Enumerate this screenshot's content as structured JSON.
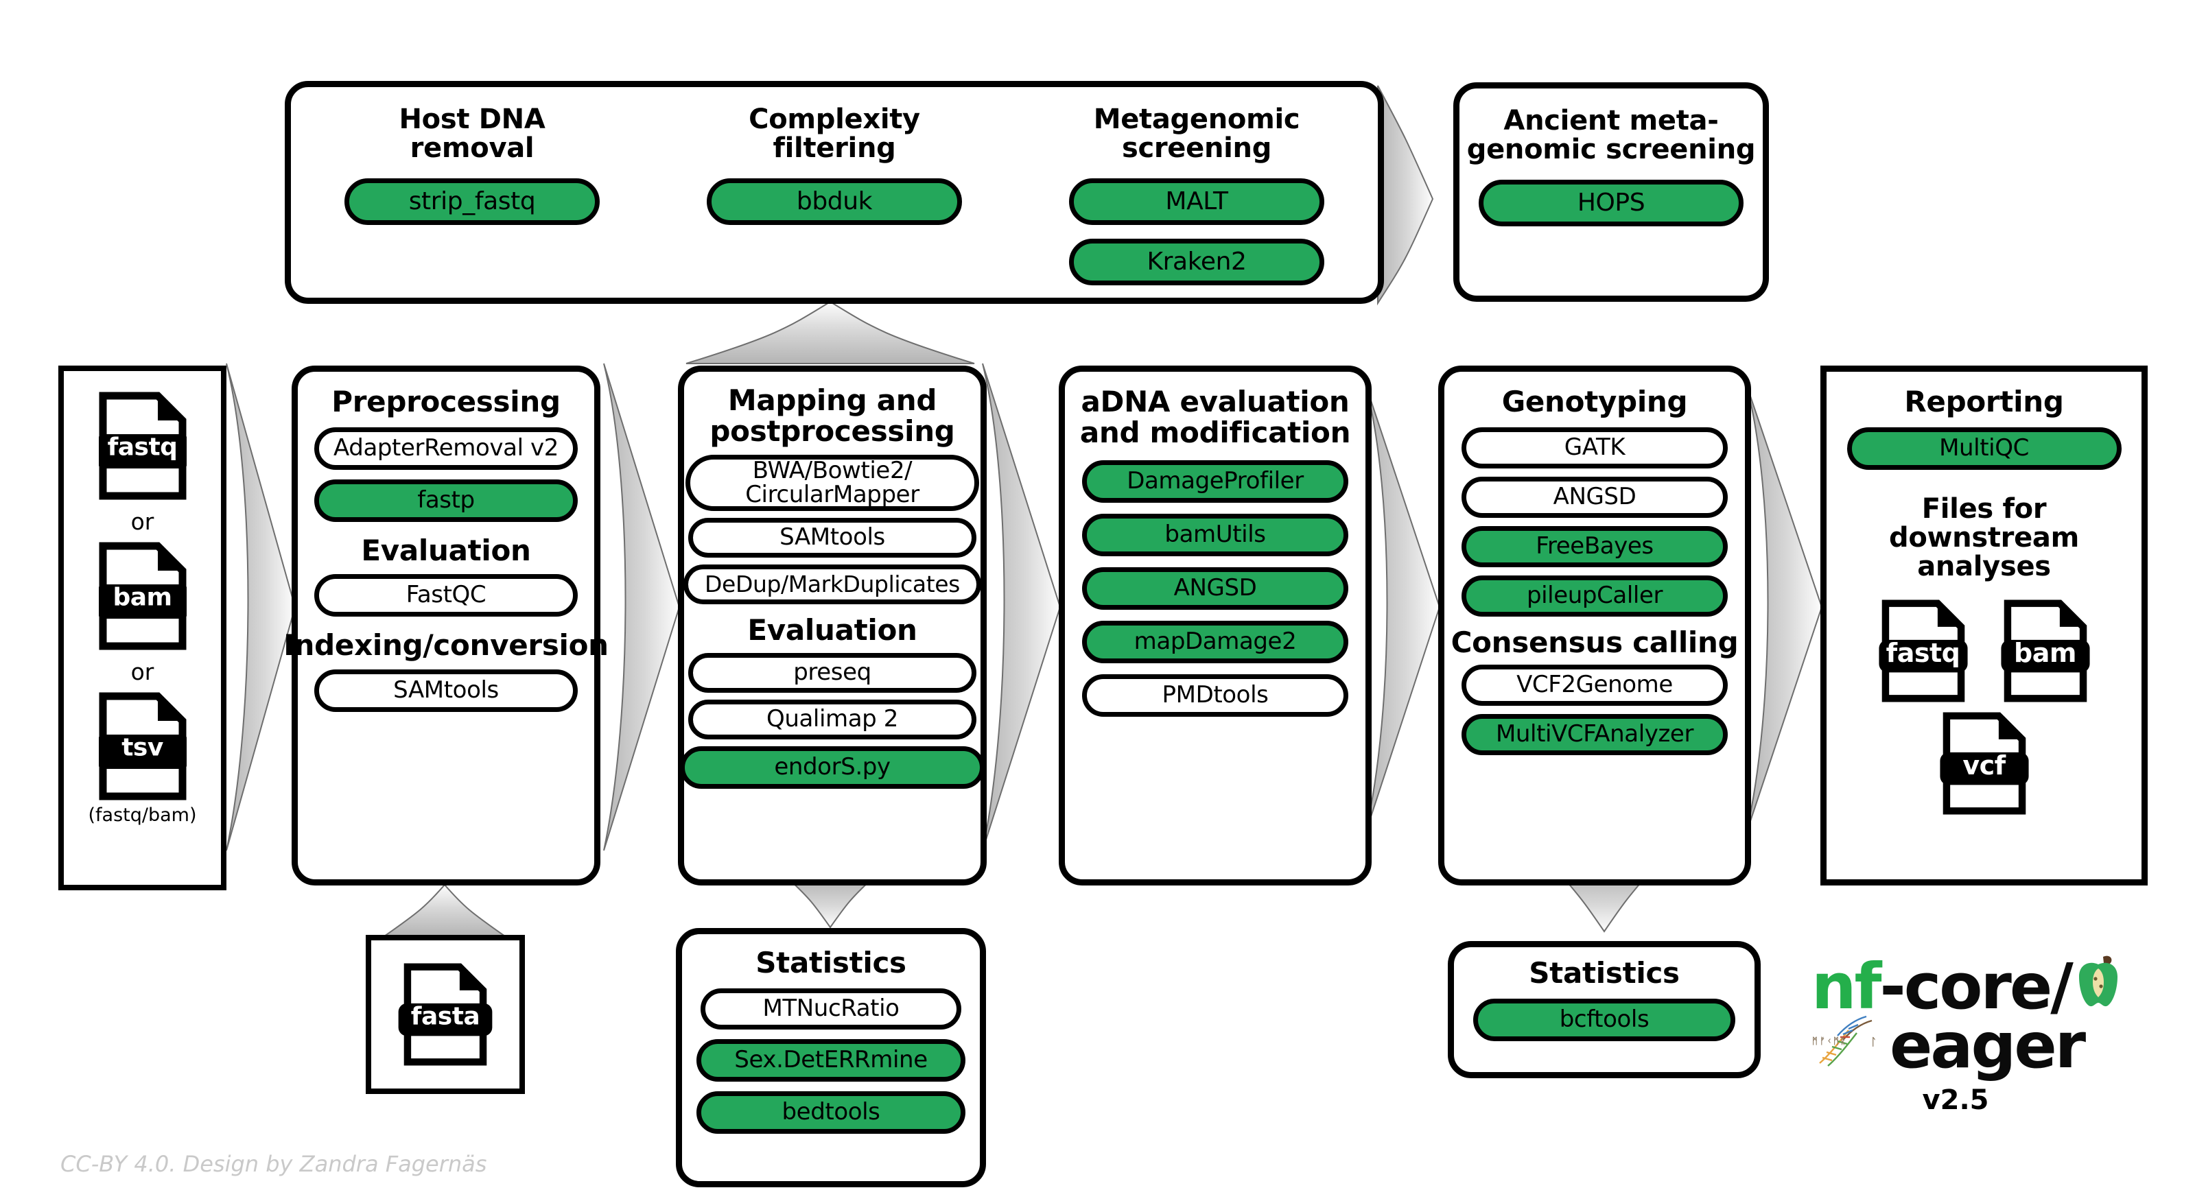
{
  "meta": {
    "credit": "CC-BY 4.0. Design by Zandra Fagernäs"
  },
  "logo": {
    "nf": "nf",
    "core": "-core/",
    "eager": "eager",
    "version": "v2.5",
    "apple_icon": "apple-core-icon",
    "dna_icon": "dna-helix-runes-icon",
    "brand_green": "#24af4b"
  },
  "colors": {
    "green_pill": "#24a75b",
    "outline": "#000000",
    "arrow_gray": "#9a9a9a",
    "credit_gray": "#c9c9c9"
  },
  "screening_panel": {
    "columns": [
      {
        "title": "Host DNA\nremoval",
        "tools": [
          {
            "label": "strip_fastq",
            "green": true
          }
        ]
      },
      {
        "title": "Complexity\nfiltering",
        "tools": [
          {
            "label": "bbduk",
            "green": true
          }
        ]
      },
      {
        "title": "Metagenomic\nscreening",
        "tools": [
          {
            "label": "MALT",
            "green": true
          },
          {
            "label": "Kraken2",
            "green": true
          }
        ]
      }
    ]
  },
  "ancient_panel": {
    "title": "Ancient meta-\ngenomic screening",
    "tools": [
      {
        "label": "HOPS",
        "green": true
      }
    ]
  },
  "input_panel": {
    "files": [
      {
        "label": "fastq"
      },
      {
        "label": "bam"
      },
      {
        "label": "tsv"
      }
    ],
    "or_1": "or",
    "or_2": "or",
    "note": "(fastq/bam)"
  },
  "preprocessing_panel": {
    "title": "Preprocessing",
    "groups": [
      {
        "heading": null,
        "tools": [
          {
            "label": "AdapterRemoval v2",
            "green": false
          },
          {
            "label": "fastp",
            "green": true
          }
        ]
      },
      {
        "heading": "Evaluation",
        "tools": [
          {
            "label": "FastQC",
            "green": false
          }
        ]
      },
      {
        "heading": "Indexing/conversion",
        "tools": [
          {
            "label": "SAMtools",
            "green": false
          }
        ]
      }
    ]
  },
  "mapping_panel": {
    "title": "Mapping and\npostprocessing",
    "groups": [
      {
        "heading": null,
        "tools": [
          {
            "label": "BWA/Bowtie2/\nCircularMapper",
            "green": false
          },
          {
            "label": "SAMtools",
            "green": false
          },
          {
            "label": "DeDup/MarkDuplicates",
            "green": false
          }
        ]
      },
      {
        "heading": "Evaluation",
        "tools": [
          {
            "label": "preseq",
            "green": false
          },
          {
            "label": "Qualimap 2",
            "green": false
          },
          {
            "label": "endorS.py",
            "green": true
          }
        ]
      }
    ]
  },
  "adna_panel": {
    "title": "aDNA evaluation\nand modification",
    "tools": [
      {
        "label": "DamageProfiler",
        "green": true
      },
      {
        "label": "bamUtils",
        "green": true
      },
      {
        "label": "ANGSD",
        "green": true
      },
      {
        "label": "mapDamage2",
        "green": true
      },
      {
        "label": "PMDtools",
        "green": false
      }
    ]
  },
  "genotyping_panel": {
    "title": "Genotyping",
    "groups": [
      {
        "heading": null,
        "tools": [
          {
            "label": "GATK",
            "green": false
          },
          {
            "label": "ANGSD",
            "green": false
          },
          {
            "label": "FreeBayes",
            "green": true
          },
          {
            "label": "pileupCaller",
            "green": true
          }
        ]
      },
      {
        "heading": "Consensus calling",
        "tools": [
          {
            "label": "VCF2Genome",
            "green": false
          },
          {
            "label": "MultiVCFAnalyzer",
            "green": true
          }
        ]
      }
    ]
  },
  "reporting_panel": {
    "title": "Reporting",
    "tools": [
      {
        "label": "MultiQC",
        "green": true
      }
    ],
    "files_heading": "Files for downstream\nanalyses",
    "files": [
      {
        "label": "fastq"
      },
      {
        "label": "bam"
      },
      {
        "label": "vcf"
      }
    ]
  },
  "reference_panel": {
    "files": [
      {
        "label": "fasta"
      }
    ]
  },
  "stats_mapping_panel": {
    "title": "Statistics",
    "tools": [
      {
        "label": "MTNucRatio",
        "green": false
      },
      {
        "label": "Sex.DetERRmine",
        "green": true
      },
      {
        "label": "bedtools",
        "green": true
      }
    ]
  },
  "stats_genotyping_panel": {
    "title": "Statistics",
    "tools": [
      {
        "label": "bcftools",
        "green": true
      }
    ]
  }
}
